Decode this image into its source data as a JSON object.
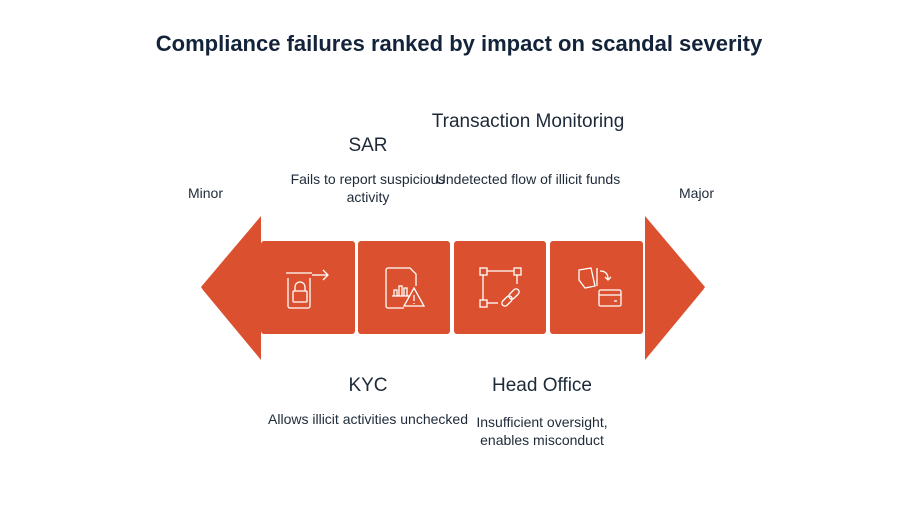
{
  "title": "Compliance failures ranked by impact on scandal severity",
  "scale": {
    "min_label": "Minor",
    "max_label": "Major"
  },
  "accent": "#db5130",
  "items": [
    {
      "title": "KYC",
      "description": "Allows illicit activities unchecked",
      "icon": "locked-document-exit-icon",
      "position": "bottom"
    },
    {
      "title": "SAR",
      "description": "Fails to report suspicious activity",
      "icon": "report-warning-icon",
      "position": "top"
    },
    {
      "title": "Transaction Monitoring",
      "description": "Undetected flow of illicit funds",
      "icon": "network-link-icon",
      "position": "top"
    },
    {
      "title": "Head Office",
      "description": "Insufficient oversight, enables misconduct",
      "icon": "card-transfer-icon",
      "position": "bottom"
    }
  ]
}
